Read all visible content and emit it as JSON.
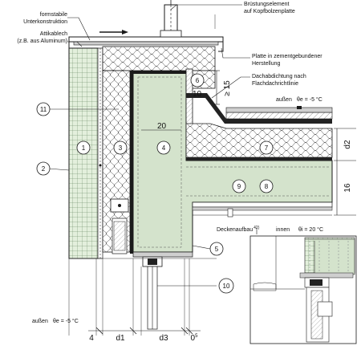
{
  "labels": {
    "formstabile_1": "formstabile",
    "formstabile_2": "Unterkonstruktion",
    "attika_1": "Attikablech",
    "attika_2": "(z.B. aus Aluminum)",
    "bruestung_1": "Brüstungselement",
    "bruestung_2": "auf Kopfbolzenplatte",
    "platte_1": "Platte in zementgebundener",
    "platte_2": "Herstellung",
    "dachab_1": "Dachabdichtung nach",
    "dachab_2": "Flachdachrichtlinie",
    "aussen_top": "außen",
    "theta_e_top": "θe =  -5 °C",
    "deckenaufbau": "Deckenaufbau",
    "deckenaufbau_sup": "42)",
    "innen": "innen",
    "theta_i": "θi =  20 °C",
    "aussen_bottom": "außen",
    "theta_e_bottom": "θe =  -5 °C"
  },
  "dimensions": {
    "ge15": "≥ 15",
    "d10": "10",
    "d20": "20",
    "d2": "d2",
    "d16": "16",
    "b4": "4",
    "d1": "d1",
    "d3": "d3",
    "b0": "0",
    "b0_sup": "5"
  },
  "markers": [
    "1",
    "2",
    "3",
    "4",
    "5",
    "6",
    "7",
    "8",
    "9",
    "10",
    "11"
  ],
  "colors": {
    "concrete": "#d4e3cc",
    "insulation_bg": "#ffffff",
    "line": "#1a1a1a",
    "membrane": "#222222",
    "gray_fill": "#cfcfcf"
  }
}
